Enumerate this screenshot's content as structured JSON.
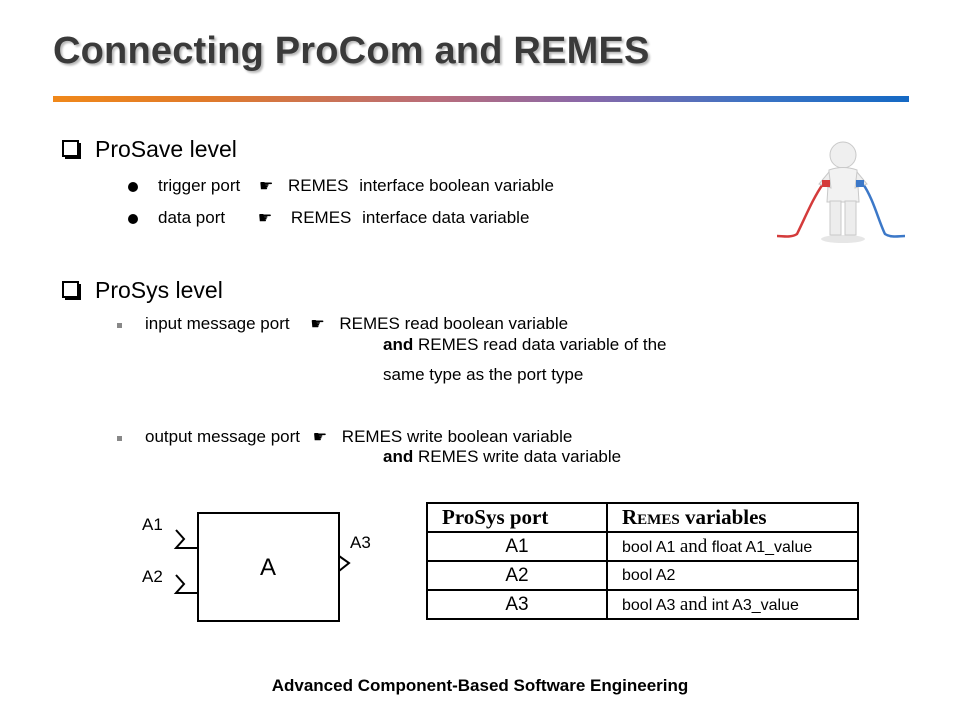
{
  "slide": {
    "title": "Connecting ProCom and REMES",
    "footer": "Advanced Component-Based Software Engineering"
  },
  "prosave": {
    "heading": "ProSave level",
    "items": [
      {
        "left": "trigger port",
        "mid": "REMES",
        "right": "interface boolean variable"
      },
      {
        "left": "data port",
        "mid": "REMES",
        "right": "interface data variable"
      }
    ]
  },
  "prosys": {
    "heading": "ProSys level",
    "items": [
      {
        "left": "input message port",
        "right": "REMES read boolean variable",
        "and_word": "and",
        "line2": "REMES read data variable of the",
        "line3": "same type as the port type"
      },
      {
        "left": "output message port",
        "right": "REMES write boolean variable",
        "and_word": "and",
        "line2": "REMES write data variable"
      }
    ]
  },
  "icons": {
    "bullet_hand": "hand-pointing-icon",
    "checkbox": "square-bullet-icon"
  },
  "diagram": {
    "component": "A",
    "ports": {
      "in1": "A1",
      "in2": "A2",
      "out": "A3"
    }
  },
  "table": {
    "headers": {
      "port": "ProSys port",
      "vars_R": "R",
      "vars_rest": "EMES",
      "vars_tail": " variables"
    },
    "rows": [
      {
        "port": "A1",
        "pre": "bool A1 ",
        "and": "and",
        "post": " float A1",
        "sub": "_",
        "end": "value"
      },
      {
        "port": "A2",
        "pre": "bool A2",
        "and": "",
        "post": "",
        "sub": "",
        "end": ""
      },
      {
        "port": "A3",
        "pre": "bool A3 ",
        "and": "and",
        "post": " int A3",
        "sub": "_",
        "end": "value"
      }
    ]
  }
}
